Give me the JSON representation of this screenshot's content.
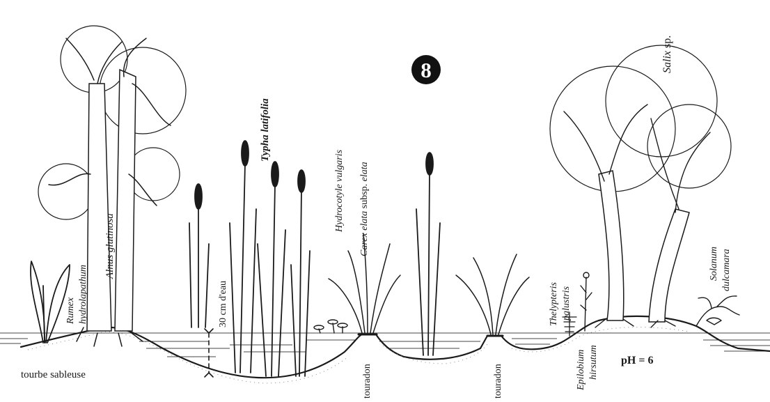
{
  "figure_number": "8",
  "labels": {
    "rumex_genus": "Rumex",
    "rumex_species": "hydrolapathum",
    "alnus": "Alnus glutinosa",
    "water_depth": "30 cm d'eau",
    "typha": "Typha latifolia",
    "hydrocotyle": "Hydrocotyle vulgaris",
    "carex_name": "Carex elata",
    "carex_sub": " subsp. ",
    "carex_sub_name": "elata",
    "salix_genus": "Salix",
    "salix_sp": " sp.",
    "thelypteris_genus": "Thelypteris",
    "thelypteris_species": "palustris",
    "epilobium_genus": "Epilobium",
    "epilobium_species": "hirsutum",
    "solanum_genus": "Solanum",
    "solanum_species": "dulcamara",
    "touradon_1": "touradon",
    "touradon_2": "touradon",
    "soil": "tourbe sableuse",
    "ph": "pH = 6"
  }
}
